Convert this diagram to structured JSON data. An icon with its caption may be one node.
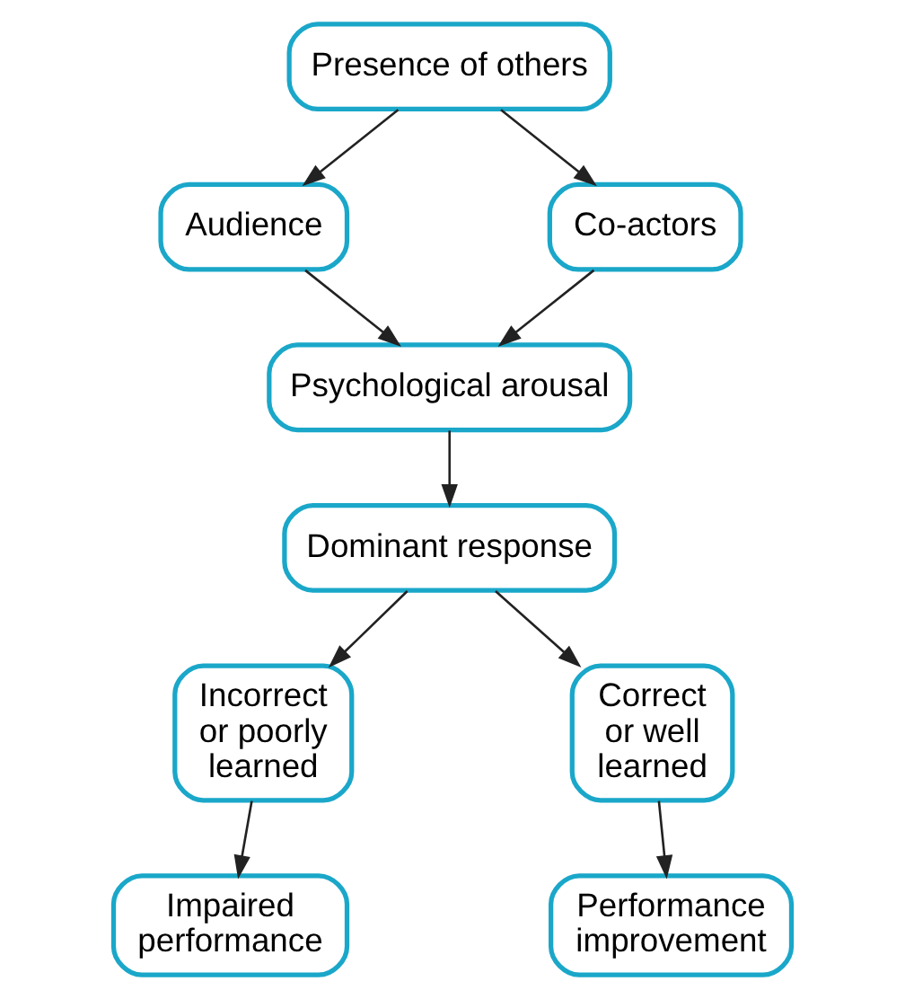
{
  "diagram": {
    "nodes": [
      {
        "text": [
          "Presence of others"
        ]
      },
      {
        "text": [
          "Audience"
        ]
      },
      {
        "text": [
          "Co-actors"
        ]
      },
      {
        "text": [
          "Psychological arousal"
        ]
      },
      {
        "text": [
          "Dominant response"
        ]
      },
      {
        "text": [
          "Incorrect or poorly learned"
        ]
      },
      {
        "text": [
          "Correct or well learned"
        ]
      },
      {
        "text": [
          "Impaired performance"
        ]
      },
      {
        "text": [
          "Performance improvement"
        ]
      }
    ],
    "edges": [
      {
        "from": 0,
        "to": 1,
        "arrow": "to"
      },
      {
        "from": 0,
        "to": 2,
        "arrow": "to"
      },
      {
        "from": 1,
        "to": 3,
        "arrow": "to"
      },
      {
        "from": 2,
        "to": 3,
        "arrow": "to"
      },
      {
        "from": 3,
        "to": 4,
        "arrow": "to"
      },
      {
        "from": 4,
        "to": 5,
        "arrow": "to"
      },
      {
        "from": 4,
        "to": 6,
        "arrow": "to"
      },
      {
        "from": 5,
        "to": 7,
        "arrow": "to"
      },
      {
        "from": 6,
        "to": 8,
        "arrow": "to"
      }
    ]
  }
}
